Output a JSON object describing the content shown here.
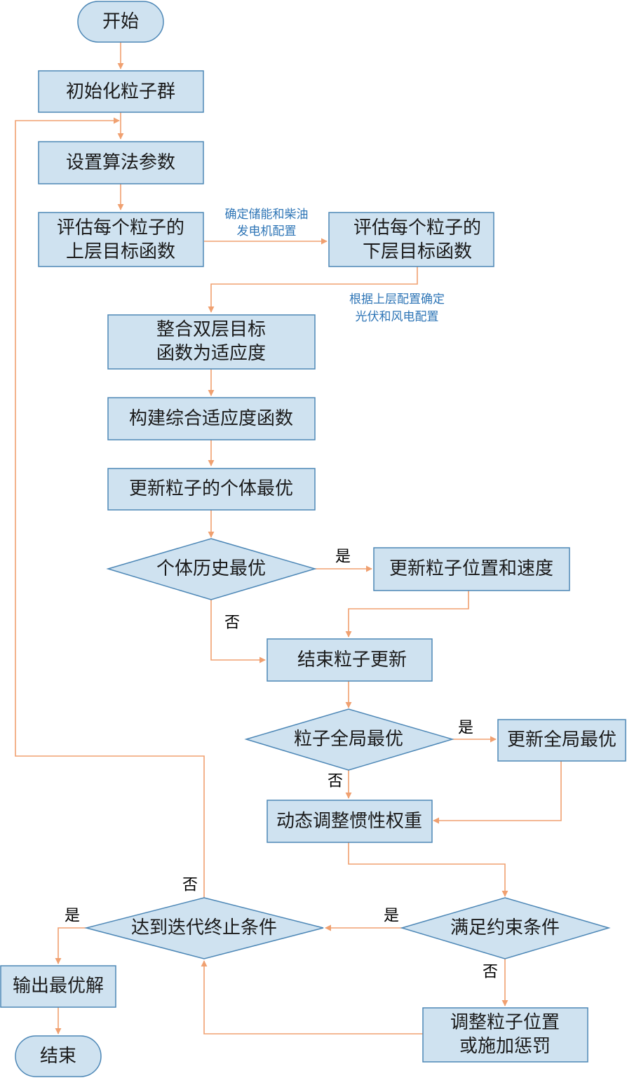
{
  "colors": {
    "box_fill": "#cfe2f0",
    "box_stroke": "#4d87b6",
    "arrow": "#f0a070",
    "note_text": "#2e75b6"
  },
  "nodes": {
    "start": "开始",
    "init_swarm": "初始化粒子群",
    "set_params": "设置算法参数",
    "eval_upper": [
      "评估每个粒子的",
      "上层目标函数"
    ],
    "eval_lower": [
      "评估每个粒子的",
      "下层目标函数"
    ],
    "integrate": [
      "整合双层目标",
      "函数为适应度"
    ],
    "build_fitness": "构建综合适应度函数",
    "update_pbest": "更新粒子的个体最优",
    "personal_best": "个体历史最优",
    "update_pos_vel": "更新粒子位置和速度",
    "end_update": "结束粒子更新",
    "global_best": "粒子全局最优",
    "update_gbest": "更新全局最优",
    "adjust_inertia": "动态调整惯性权重",
    "constraints": "满足约束条件",
    "termination": "达到迭代终止条件",
    "adjust_penalty": [
      "调整粒子位置",
      "或施加惩罚"
    ],
    "output": "输出最优解",
    "end": "结束"
  },
  "notes": {
    "storage_diesel": [
      "确定储能和柴油",
      "发电机配置"
    ],
    "pv_wind": [
      "根据上层配置确定",
      "光伏和风电配置"
    ]
  },
  "labels": {
    "yes": "是",
    "no": "否"
  }
}
